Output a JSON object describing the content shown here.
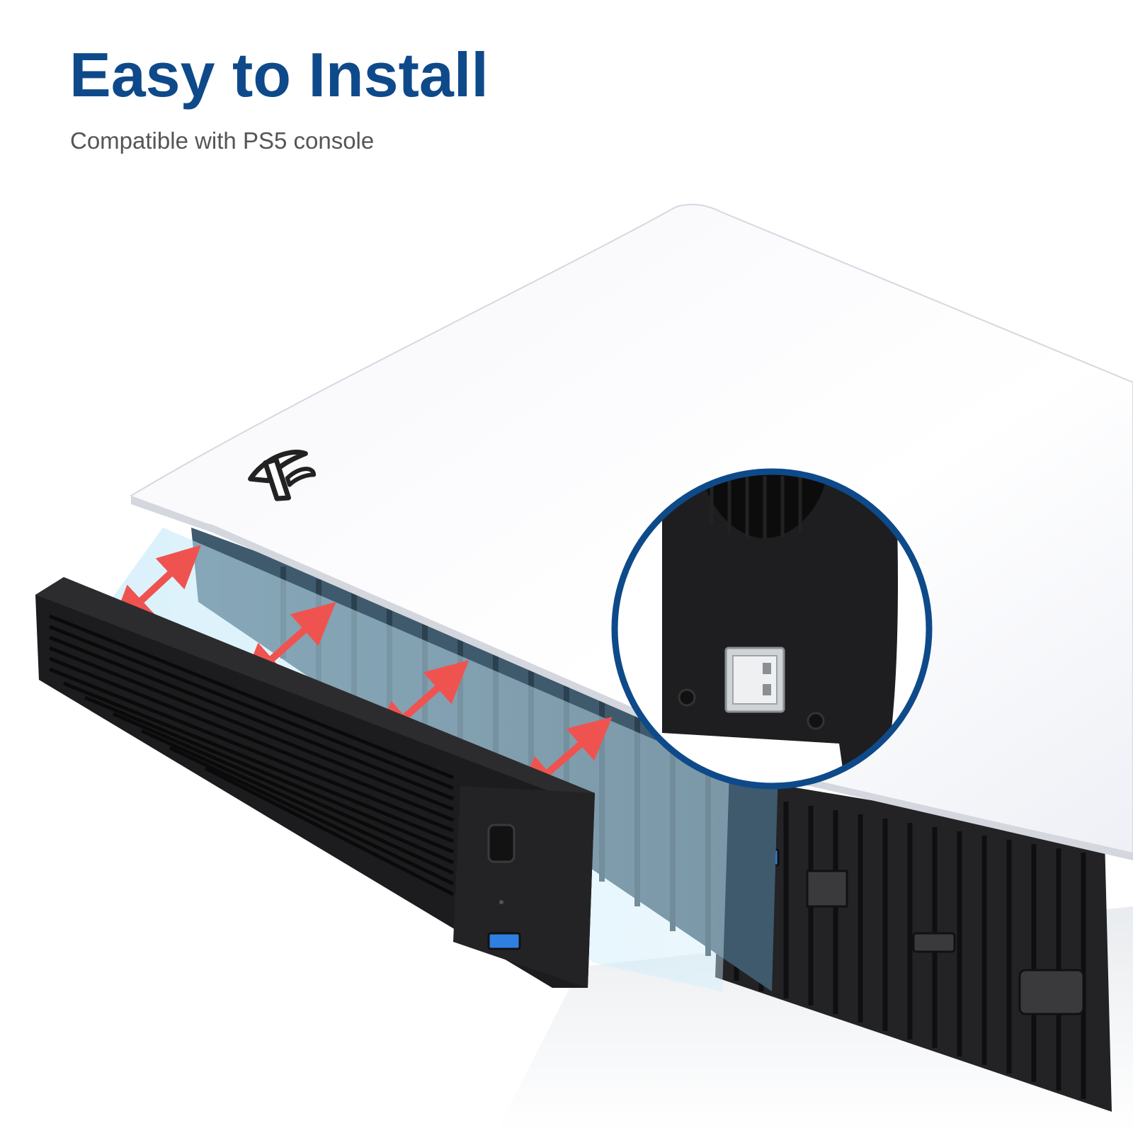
{
  "headline": "Easy to Install",
  "subheadline": "Compatible with PS5 console",
  "colors": {
    "headline": "#0e4a8a",
    "subheadline": "#555555",
    "accent_ring": "#0e4a8a",
    "arrows": "#ef5350",
    "highlight": "#bfe6f7",
    "usb_port": "#2f7fe0"
  },
  "scene": {
    "product": "cooling fan attachment",
    "console": "PS5 console",
    "icons": [
      "playstation-logo-icon",
      "double-arrow-icon",
      "usb-port-icon",
      "power-button-icon",
      "usb-plug-icon"
    ]
  }
}
